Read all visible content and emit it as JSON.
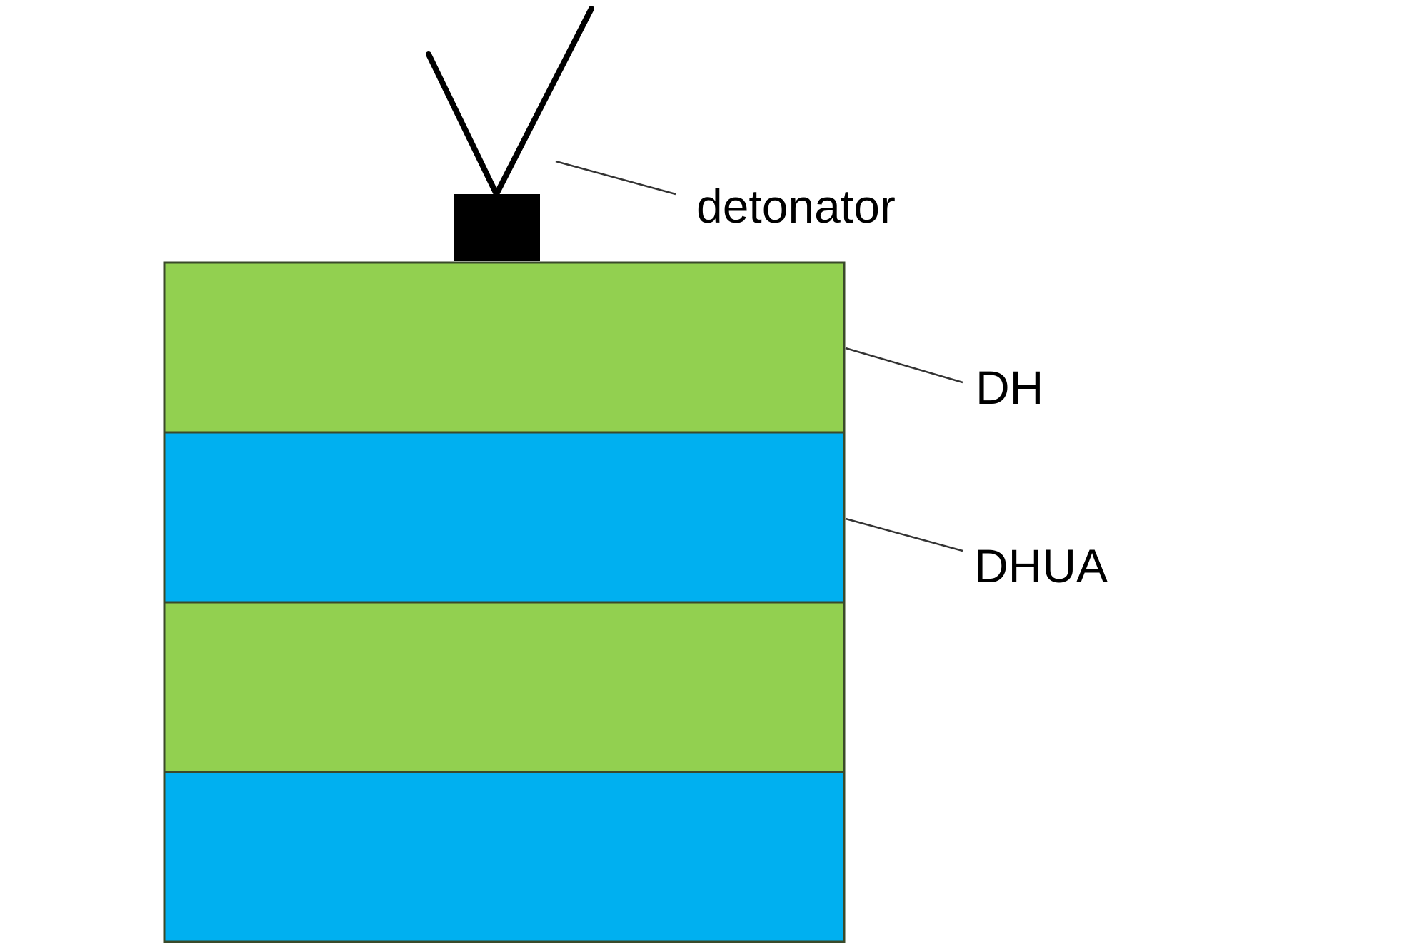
{
  "labels": {
    "detonator": "detonator",
    "dh": "DH",
    "dhua": "DHUA"
  },
  "layers": [
    {
      "material": "DH",
      "color": "#92d050"
    },
    {
      "material": "DHUA",
      "color": "#00b0f0"
    },
    {
      "material": "DH",
      "color": "#92d050"
    },
    {
      "material": "DHUA",
      "color": "#00b0f0"
    }
  ],
  "colors": {
    "dh": "#92d050",
    "dhua": "#00b0f0",
    "detonator": "#000000",
    "wires": "#000000"
  },
  "icons": {
    "detonator": "detonator-block",
    "wires": "detonator-wires"
  }
}
